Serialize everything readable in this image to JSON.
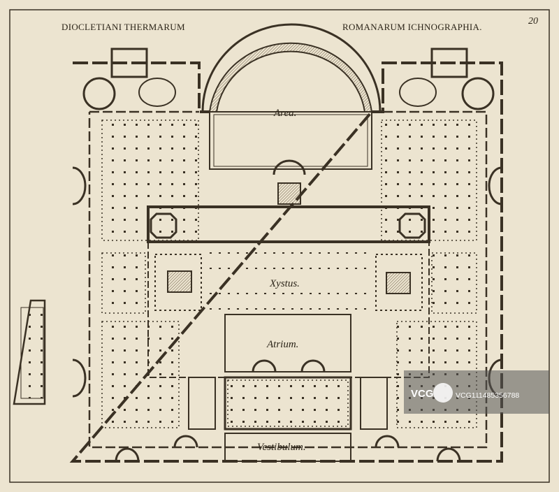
{
  "plate": {
    "title_left": "DIOCLETIANI THERMARUM",
    "title_right": "ROMANARUM ICHNOGRAPHIA.",
    "page_number": "20"
  },
  "rooms": {
    "area": "Area.",
    "xystus": "Xystus.",
    "atrium": "Atrium.",
    "vestibulum": "Vestibulum."
  },
  "watermark": {
    "logo_text": "VCG",
    "id_text": "VCG111485356788"
  },
  "colors": {
    "paper": "#ece4d0",
    "ink": "#2b2418",
    "wall": "#3a3124",
    "hatch": "#6b5c45",
    "watermark_bg": "#555555"
  }
}
